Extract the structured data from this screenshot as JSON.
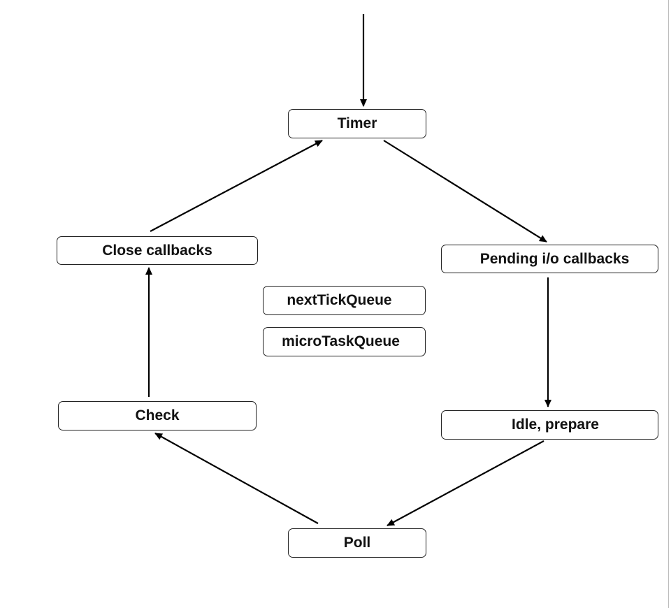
{
  "diagram": {
    "nodes": {
      "timer": "Timer",
      "pending": "Pending i/o callbacks",
      "idle": "Idle, prepare",
      "poll": "Poll",
      "check": "Check",
      "close": "Close callbacks",
      "nexttick": "nextTickQueue",
      "microtask": "microTaskQueue"
    },
    "edges": [
      {
        "from": "entry",
        "to": "timer"
      },
      {
        "from": "timer",
        "to": "pending"
      },
      {
        "from": "pending",
        "to": "idle"
      },
      {
        "from": "idle",
        "to": "poll"
      },
      {
        "from": "poll",
        "to": "check"
      },
      {
        "from": "check",
        "to": "close"
      },
      {
        "from": "close",
        "to": "timer"
      }
    ]
  }
}
